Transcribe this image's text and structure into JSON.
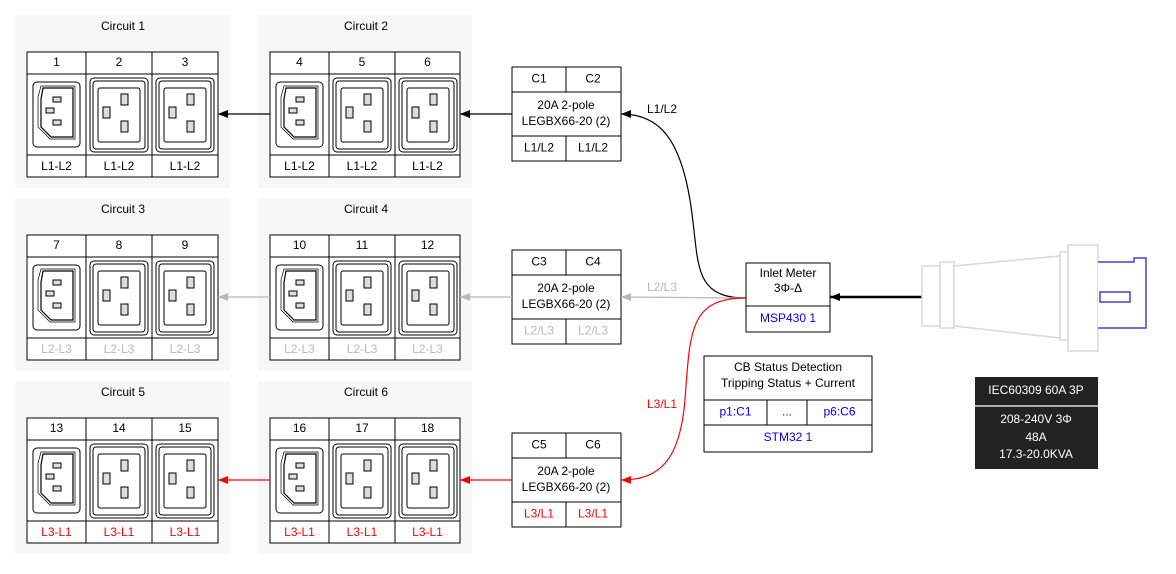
{
  "colors": {
    "L1/L2": "#000000",
    "L2/L3": "#b8b8b8",
    "L3/L1": "#ff0000",
    "mcu": "#0000ff",
    "panel": "#f7f7f7",
    "spec_box": "#222222"
  },
  "circuits": [
    {
      "title": "Circuit 1",
      "outlets": [
        {
          "num": "1",
          "type": "C13",
          "phase": "L1-L2"
        },
        {
          "num": "2",
          "type": "C19",
          "phase": "L1-L2"
        },
        {
          "num": "3",
          "type": "C19",
          "phase": "L1-L2"
        }
      ],
      "phase_key": "L1/L2"
    },
    {
      "title": "Circuit 2",
      "outlets": [
        {
          "num": "4",
          "type": "C13",
          "phase": "L1-L2"
        },
        {
          "num": "5",
          "type": "C19",
          "phase": "L1-L2"
        },
        {
          "num": "6",
          "type": "C19",
          "phase": "L1-L2"
        }
      ],
      "phase_key": "L1/L2"
    },
    {
      "title": "Circuit 3",
      "outlets": [
        {
          "num": "7",
          "type": "C13",
          "phase": "L2-L3"
        },
        {
          "num": "8",
          "type": "C19",
          "phase": "L2-L3"
        },
        {
          "num": "9",
          "type": "C19",
          "phase": "L2-L3"
        }
      ],
      "phase_key": "L2/L3"
    },
    {
      "title": "Circuit 4",
      "outlets": [
        {
          "num": "10",
          "type": "C13",
          "phase": "L2-L3"
        },
        {
          "num": "11",
          "type": "C19",
          "phase": "L2-L3"
        },
        {
          "num": "12",
          "type": "C19",
          "phase": "L2-L3"
        }
      ],
      "phase_key": "L2/L3"
    },
    {
      "title": "Circuit 5",
      "outlets": [
        {
          "num": "13",
          "type": "C13",
          "phase": "L3-L1"
        },
        {
          "num": "14",
          "type": "C19",
          "phase": "L3-L1"
        },
        {
          "num": "15",
          "type": "C19",
          "phase": "L3-L1"
        }
      ],
      "phase_key": "L3/L1"
    },
    {
      "title": "Circuit 6",
      "outlets": [
        {
          "num": "16",
          "type": "C13",
          "phase": "L3-L1"
        },
        {
          "num": "17",
          "type": "C19",
          "phase": "L3-L1"
        },
        {
          "num": "18",
          "type": "C19",
          "phase": "L3-L1"
        }
      ],
      "phase_key": "L3/L1"
    }
  ],
  "breakers": [
    {
      "poles": [
        "C1",
        "C2"
      ],
      "rating": "20A 2-pole",
      "model": "LEGBX66-20 (2)",
      "phases": [
        "L1/L2",
        "L1/L2"
      ],
      "phase_key": "L1/L2"
    },
    {
      "poles": [
        "C3",
        "C4"
      ],
      "rating": "20A 2-pole",
      "model": "LEGBX66-20 (2)",
      "phases": [
        "L2/L3",
        "L2/L3"
      ],
      "phase_key": "L2/L3"
    },
    {
      "poles": [
        "C5",
        "C6"
      ],
      "rating": "20A 2-pole",
      "model": "LEGBX66-20 (2)",
      "phases": [
        "L3/L1",
        "L3/L1"
      ],
      "phase_key": "L3/L1"
    }
  ],
  "edges": [
    {
      "label": "L1/L2"
    },
    {
      "label": "L2/L3"
    },
    {
      "label": "L3/L1"
    }
  ],
  "meter": {
    "title": "Inlet Meter",
    "config": "3Φ-Δ",
    "mcu": "MSP430 1"
  },
  "cb_status": {
    "title": "CB Status Detection",
    "subtitle": "Tripping Status + Current",
    "ports": [
      "p1:C1",
      "...",
      "p6:C6"
    ],
    "mcu": "STM32 1"
  },
  "inlet": {
    "name": "IEC60309 60A 3P",
    "voltage": "208-240V 3Φ",
    "current": "48A",
    "power": "17.3-20.0KVA",
    "icon": "iec60309-plug-icon"
  }
}
